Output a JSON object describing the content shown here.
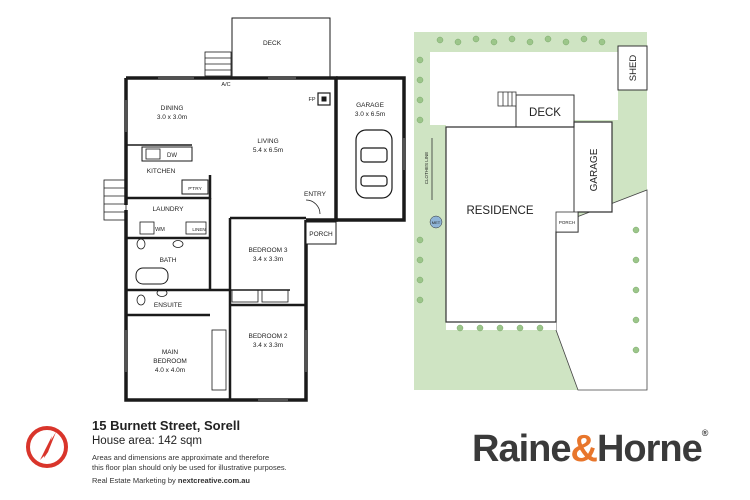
{
  "floorplan": {
    "rooms": [
      {
        "id": "deck",
        "name": "DECK",
        "dims": ""
      },
      {
        "id": "dining",
        "name": "DINING",
        "dims": "3.0 x 3.0m"
      },
      {
        "id": "living",
        "name": "LIVING",
        "dims": "5.4 x 6.5m"
      },
      {
        "id": "garage",
        "name": "GARAGE",
        "dims": "3.0 x 6.5m"
      },
      {
        "id": "kitchen",
        "name": "KITCHEN",
        "dims": ""
      },
      {
        "id": "laundry",
        "name": "LAUNDRY",
        "dims": ""
      },
      {
        "id": "bath",
        "name": "BATH",
        "dims": ""
      },
      {
        "id": "ensuite",
        "name": "ENSUITE",
        "dims": ""
      },
      {
        "id": "bedroom3",
        "name": "BEDROOM 3",
        "dims": "3.4 x 3.3m"
      },
      {
        "id": "bedroom2",
        "name": "BEDROOM 2",
        "dims": "3.4 x 3.3m"
      },
      {
        "id": "mainbed",
        "name": "MAIN",
        "dims": "BEDROOM"
      },
      {
        "id": "porch",
        "name": "PORCH",
        "dims": ""
      },
      {
        "id": "entry",
        "name": "ENTRY",
        "dims": ""
      }
    ],
    "fixtures": {
      "ac": "A/C",
      "fp": "FP",
      "dw": "DW",
      "ptry": "P'TRY",
      "wm": "WM",
      "linen": "LINEN"
    },
    "main_bedroom_dims": "4.0 x 4.0m"
  },
  "siteplan": {
    "residence": "RESIDENCE",
    "deck": "DECK",
    "garage": "GARAGE",
    "shed": "SHED",
    "porch": "PORCH",
    "clothes_line": "CLOTHES LINE",
    "meter": "MET"
  },
  "footer": {
    "address": "15 Burnett Street, Sorell",
    "area": "House area: 142 sqm",
    "disclaimer_1": "Areas and dimensions are approximate and therefore",
    "disclaimer_2": "this floor plan should only be used for illustrative purposes.",
    "marketing_prefix": "Real Estate Marketing by ",
    "marketing_site": "nextcreative.com.au"
  },
  "brand": {
    "part1": "Raine",
    "amp": "&",
    "part2": "Horne",
    "tm": "®"
  },
  "colors": {
    "wall": "#1a1a1a",
    "lawn": "#cfe4c3",
    "brand_orange": "#e8762c",
    "compass_red": "#d9352b"
  }
}
